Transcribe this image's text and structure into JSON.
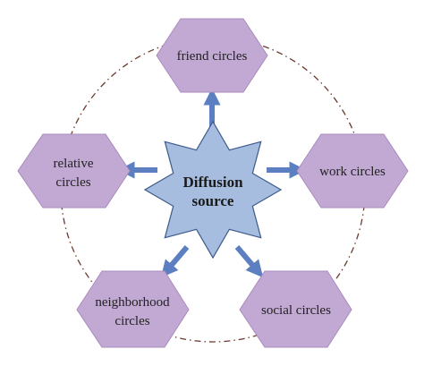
{
  "diagram": {
    "center": {
      "line1": "Diffusion",
      "line2": "source"
    },
    "nodes": {
      "friend": {
        "line1": "friend circles"
      },
      "work": {
        "line1": "work circles"
      },
      "social": {
        "line1": "social circles"
      },
      "neighborhood": {
        "line1": "neighborhood",
        "line2": "circles"
      },
      "relative": {
        "line1": "relative",
        "line2": "circles"
      }
    },
    "colors": {
      "hexagon_fill": "#c2a9d3",
      "hexagon_stroke": "#a98bbe",
      "star_fill": "#a6bde0",
      "star_stroke": "#3c5a8a",
      "arrow": "#5b7fc0",
      "ring": "#6b3a2e"
    }
  }
}
